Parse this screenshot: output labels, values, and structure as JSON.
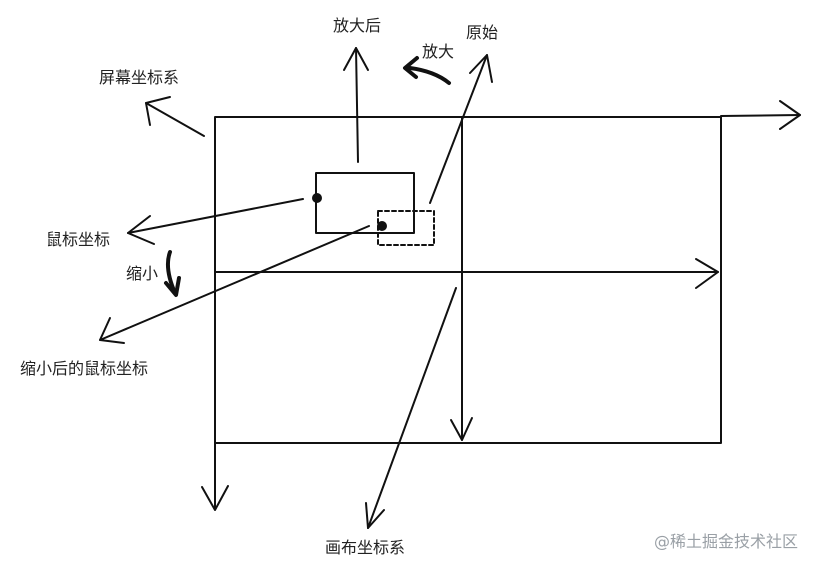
{
  "labels": {
    "zoomed": "放大后",
    "original": "原始",
    "zoom_in": "放大",
    "screen_coords": "屏幕坐标系",
    "mouse_coords": "鼠标坐标",
    "zoom_out": "缩小",
    "mouse_coords_after_zoom_out": "缩小后的鼠标坐标",
    "canvas_coords": "画布坐标系"
  },
  "watermark": "@稀土掘金技术社区",
  "colors": {
    "stroke": "#111111",
    "text": "#222222",
    "watermark": "#9aa0a6"
  }
}
